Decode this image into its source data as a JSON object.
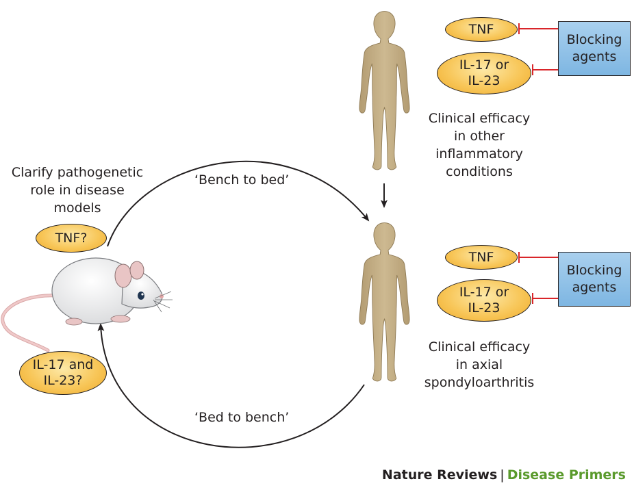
{
  "cycle": {
    "bench_to_bed": "‘Bench to bed’",
    "bed_to_bench": "‘Bed to bench’"
  },
  "left": {
    "caption_lines": [
      "Clarify pathogenetic",
      "role in disease",
      "models"
    ],
    "tnf_label": "TNF?",
    "il_lines": [
      "IL-17 and",
      "IL-23?"
    ]
  },
  "top_panel": {
    "tnf_label": "TNF",
    "il_lines": [
      "IL-17 or",
      "IL-23"
    ],
    "blocking_lines": [
      "Blocking",
      "agents"
    ],
    "caption_lines": [
      "Clinical efficacy",
      "in other",
      "inflammatory",
      "conditions"
    ]
  },
  "bottom_panel": {
    "tnf_label": "TNF",
    "il_lines": [
      "IL-17 or",
      "IL-23"
    ],
    "blocking_lines": [
      "Blocking",
      "agents"
    ],
    "caption_lines": [
      "Clinical efficacy",
      "in axial",
      "spondyloarthritis"
    ]
  },
  "footer": {
    "brand": "Nature Reviews",
    "separator": "|",
    "journal": "Disease Primers"
  },
  "colors": {
    "cytokine_fill": "#f8c75a",
    "blocking_fill": "#8fc1e7",
    "inhibition_line": "#d9252a",
    "human_fill": "#c8b48c",
    "journal_green": "#5a9a2c"
  }
}
